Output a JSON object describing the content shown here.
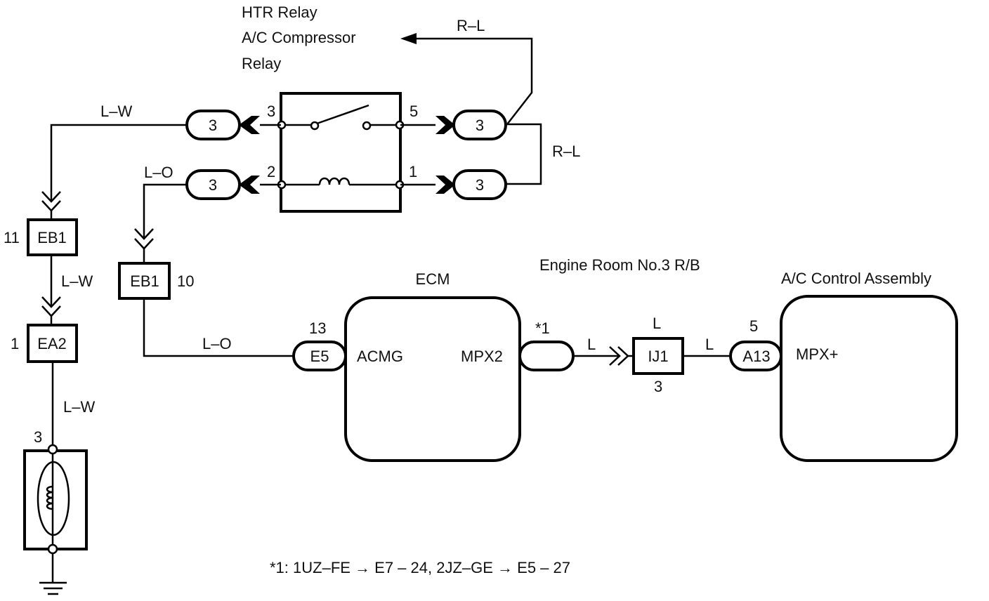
{
  "relay_title": [
    "HTR Relay",
    "A/C Compressor",
    "Relay"
  ],
  "wires": {
    "rl_top": "R–L",
    "rl_side": "R–L",
    "lw_top": "L–W",
    "lo_top": "L–O",
    "lw_mid": "L–W",
    "lw_low": "L–W",
    "lo_ecm": "L–O",
    "l_ecm": "L",
    "l_ij": "L"
  },
  "relay_pins": {
    "p3": "3",
    "p5": "5",
    "p2": "2",
    "p1": "1"
  },
  "relay_connectors": {
    "c3": "3",
    "c5": "3",
    "c2": "3",
    "c1": "3"
  },
  "eb1_left": {
    "label": "EB1",
    "pin": "11"
  },
  "eb1_right": {
    "label": "EB1",
    "pin": "10"
  },
  "ea2": {
    "label": "EA2",
    "pin": "1"
  },
  "component_pin": "3",
  "ecm": {
    "title": "ECM",
    "connector": "E5",
    "connector_pin": "13",
    "acmg": "ACMG",
    "mpx2": "MPX2",
    "star": "*1"
  },
  "rb": {
    "title": "Engine Room No.3 R/B",
    "connector": "IJ1",
    "pin_top": "L",
    "pin_bottom": "3"
  },
  "ac": {
    "title": "A/C Control Assembly",
    "connector": "A13",
    "connector_pin": "5",
    "mpx": "MPX+"
  },
  "footnote": "*1: 1UZ–FE → E7 – 24, 2JZ–GE → E5 – 27"
}
